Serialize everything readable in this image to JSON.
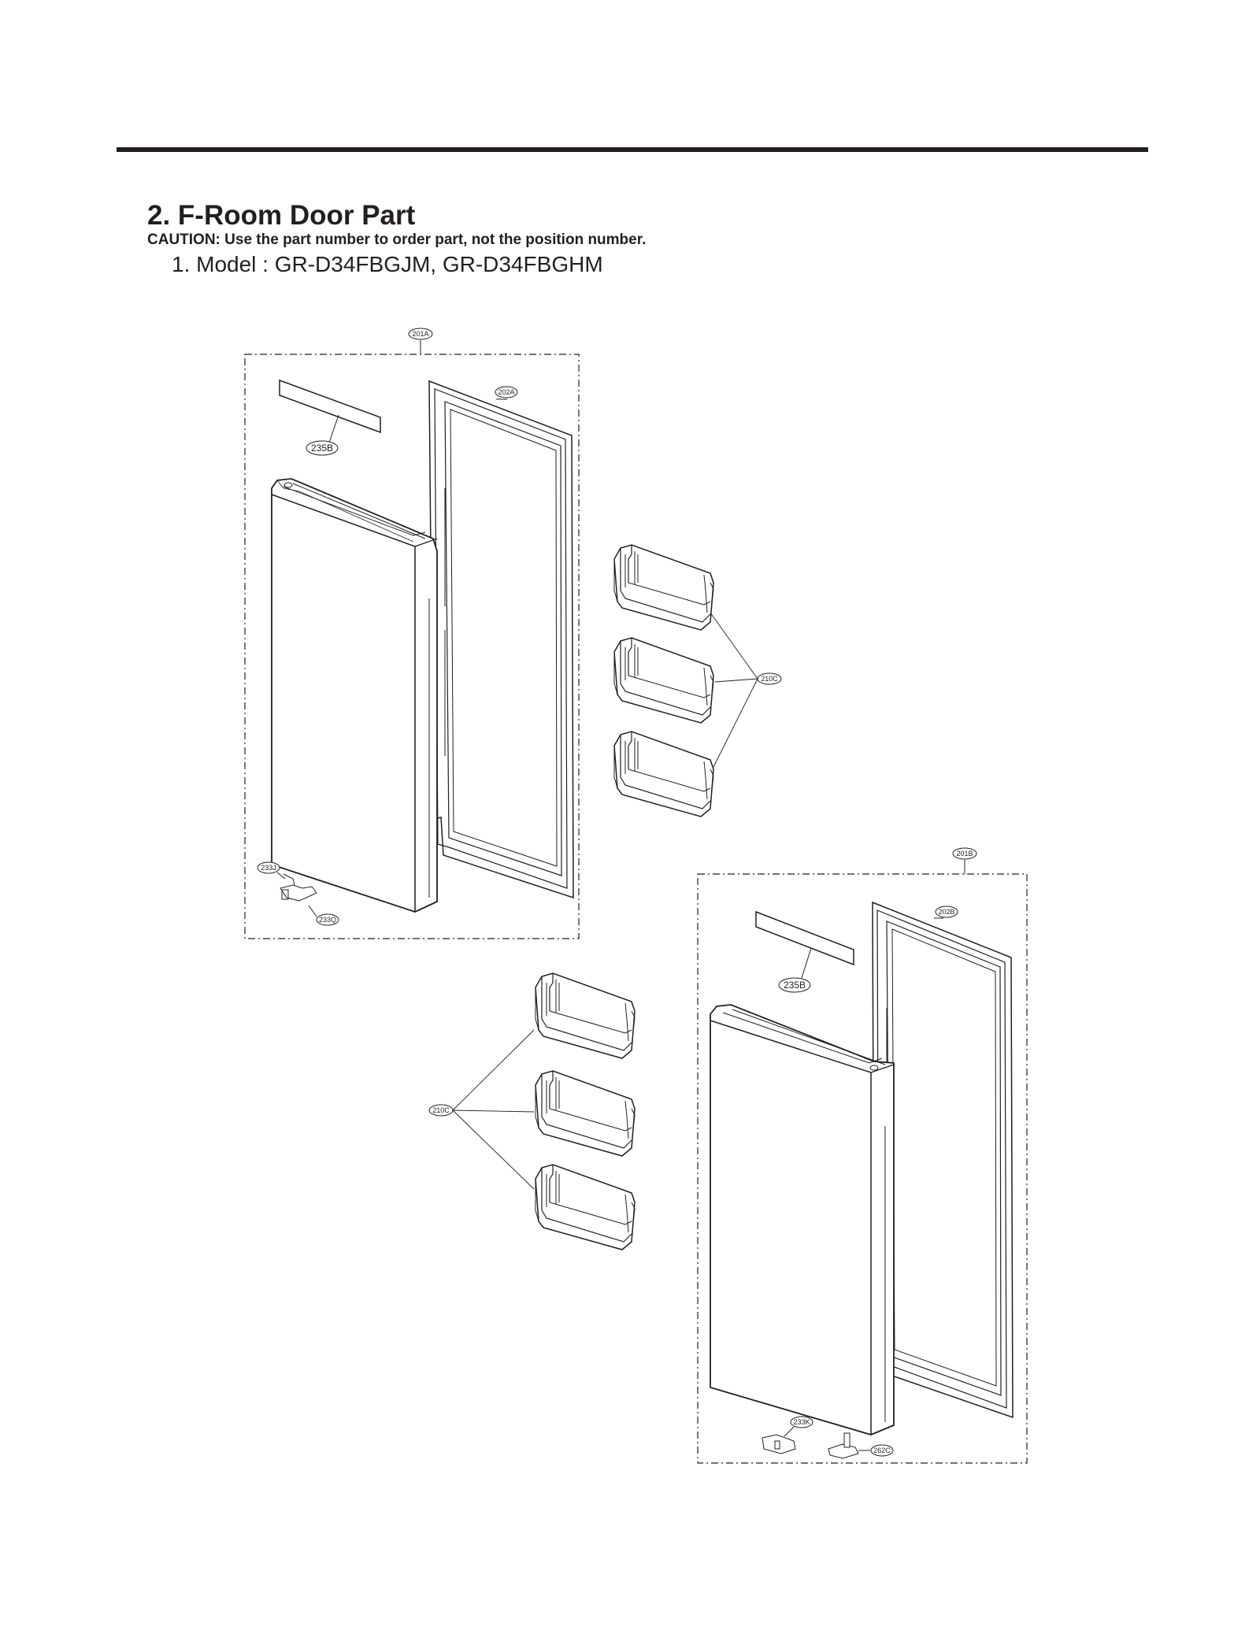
{
  "section": {
    "title": "2. F-Room Door Part",
    "caution": "CAUTION: Use the part number to order part, not the position number.",
    "model": "1. Model : GR-D34FBGJM, GR-D34FBGHM"
  },
  "labels": {
    "door_left": "201A",
    "gasket_left": "202A",
    "trim_left": "235B",
    "hinge_left": "233J",
    "hinge_cap_left": "233Q",
    "basket_right_group": "210C",
    "door_right": "201B",
    "gasket_right": "202B",
    "trim_right": "235B",
    "basket_left_group": "210C",
    "hinge_right": "233K",
    "hinge_pin_right": "262C"
  },
  "colors": {
    "line": "#231f20",
    "background": "#ffffff"
  }
}
